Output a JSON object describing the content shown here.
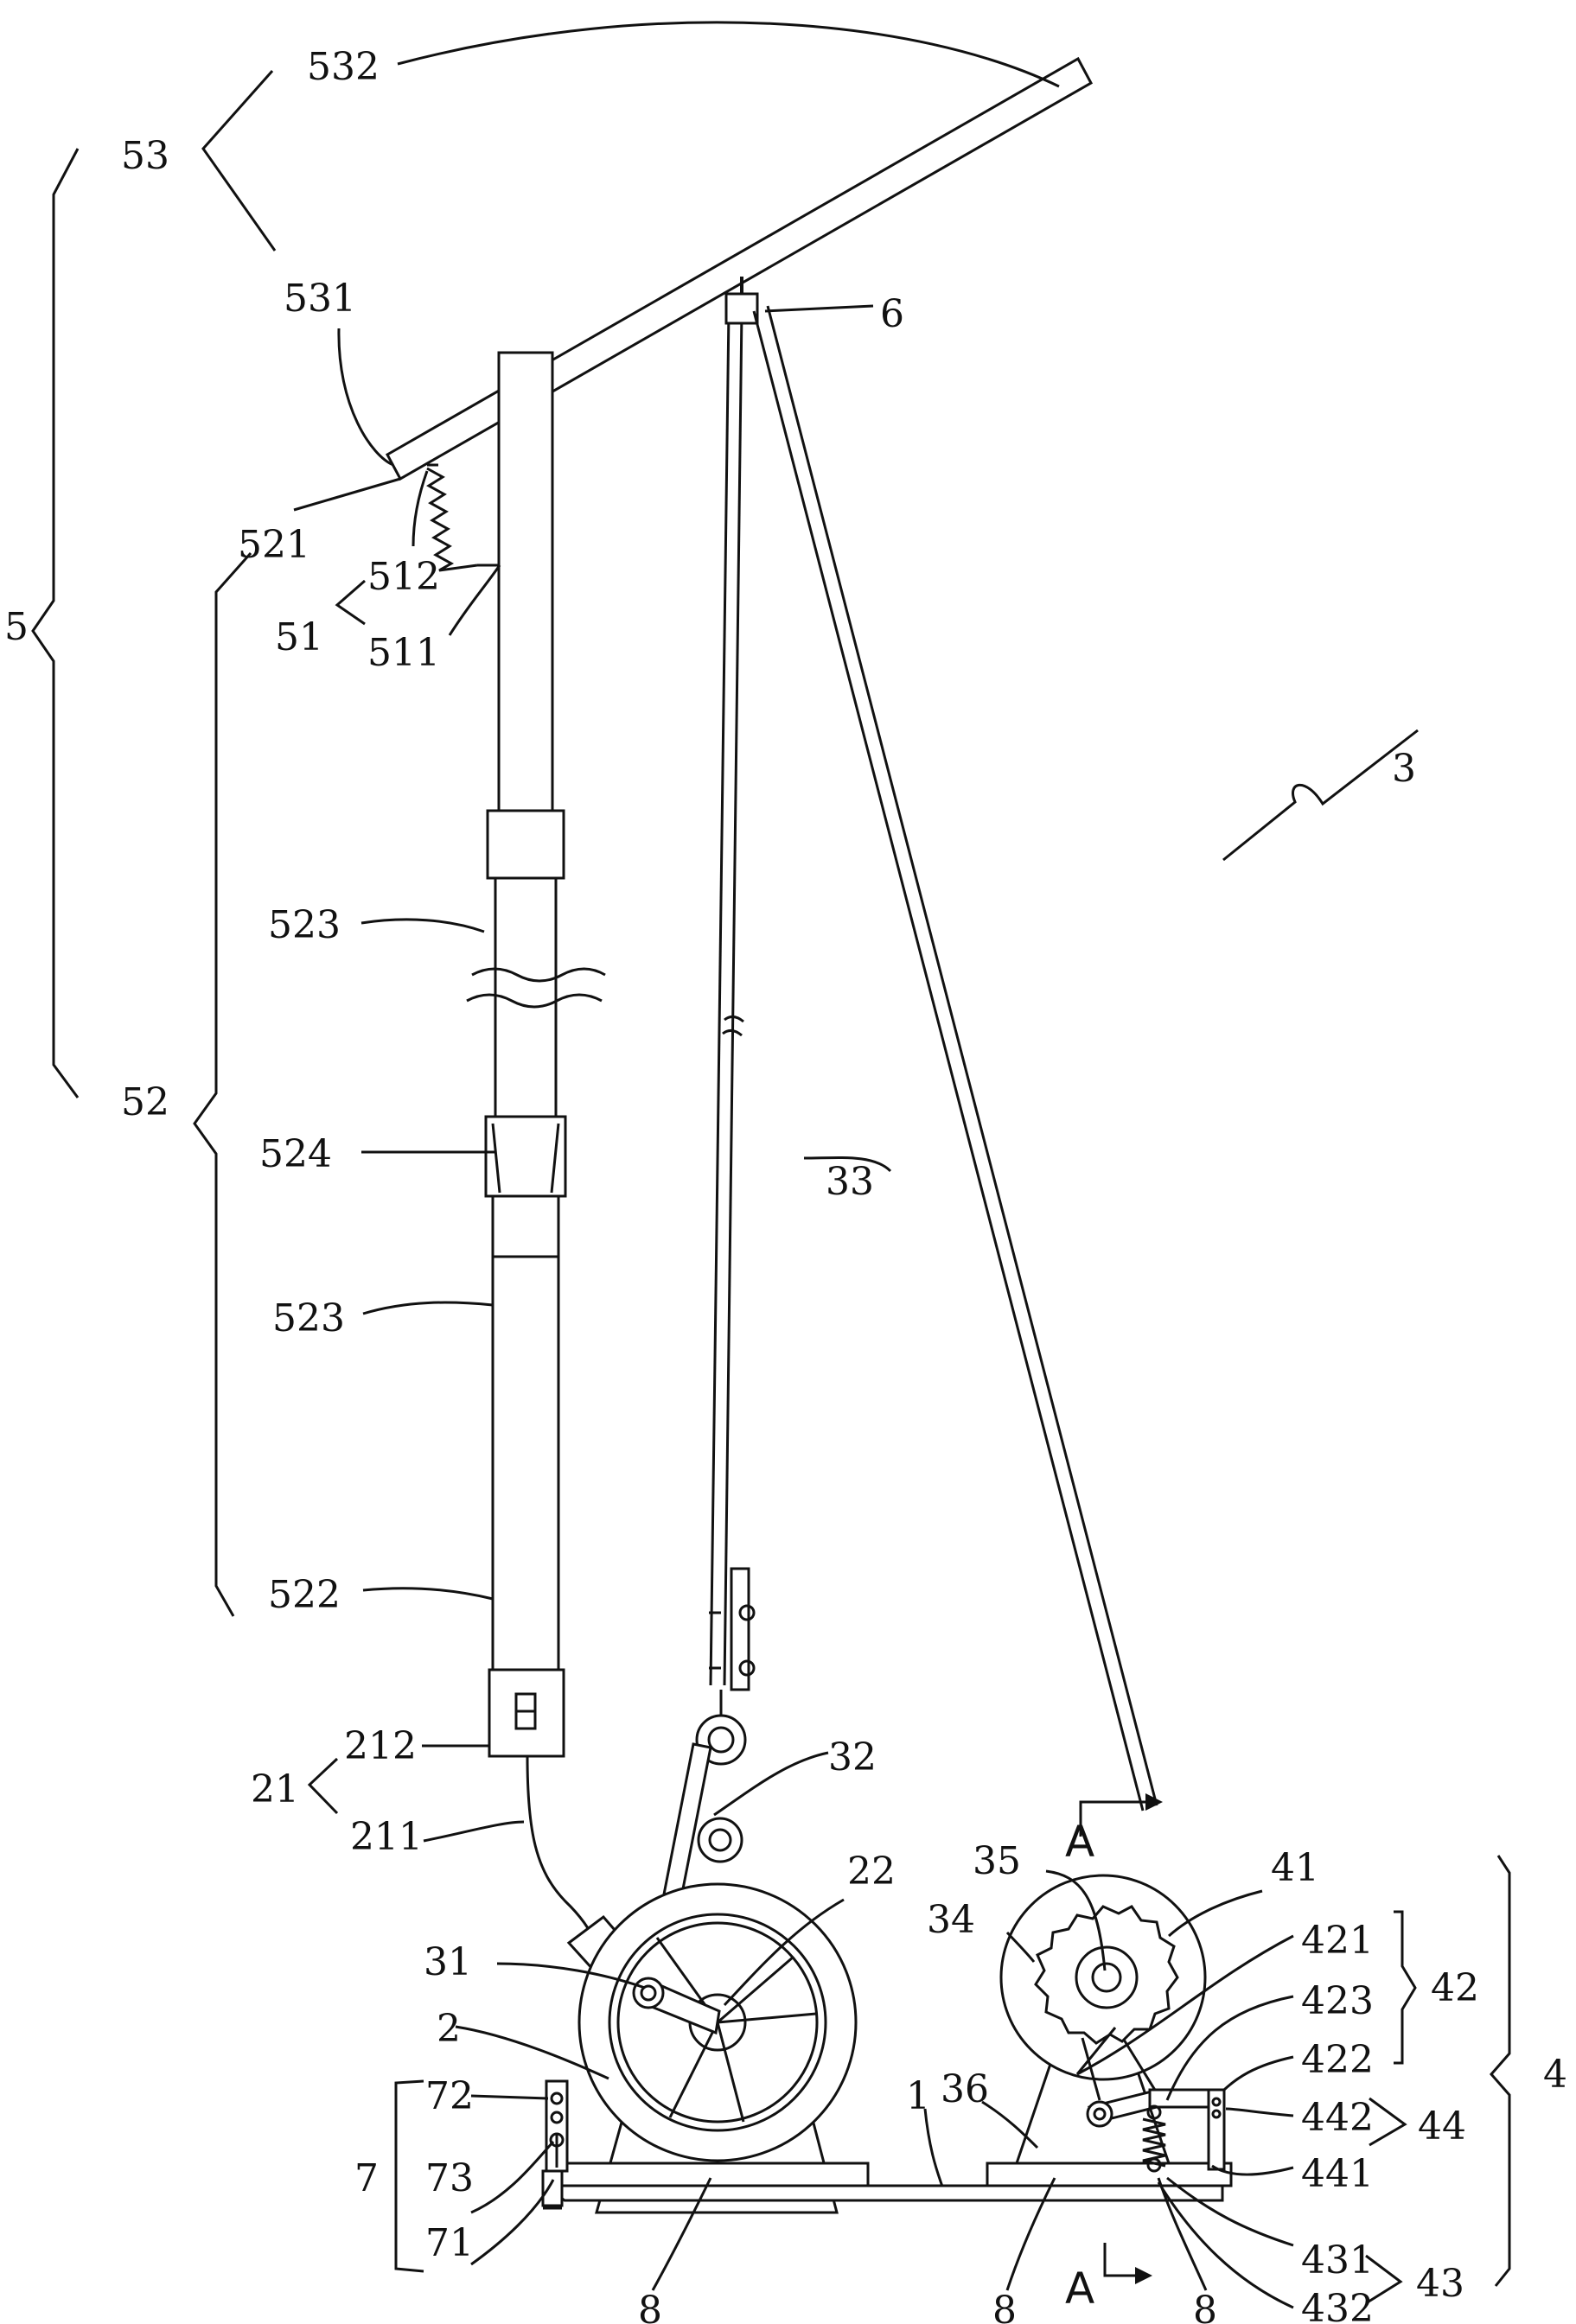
{
  "labels": {
    "l532": "532",
    "l53": "53",
    "l531": "531",
    "l6": "6",
    "l521": "521",
    "l512": "512",
    "l51": "51",
    "l511": "511",
    "l5": "5",
    "l3": "3",
    "l523a": "523",
    "l52": "52",
    "l524": "524",
    "l33": "33",
    "l523b": "523",
    "l522": "522",
    "l212": "212",
    "l21": "21",
    "l211": "211",
    "l32": "32",
    "lA1": "A",
    "l35": "35",
    "l41": "41",
    "l22": "22",
    "l34": "34",
    "l421": "421",
    "l42": "42",
    "l423": "423",
    "l31": "31",
    "l4": "4",
    "l2": "2",
    "l36": "36",
    "l422": "422",
    "l72": "72",
    "l1": "1",
    "l442": "442",
    "l44": "44",
    "l7": "7",
    "l73": "73",
    "l441": "441",
    "l71": "71",
    "l8a": "8",
    "l8b": "8",
    "l8c": "8",
    "l431": "431",
    "lA2": "A",
    "l43": "43",
    "l432": "432"
  }
}
